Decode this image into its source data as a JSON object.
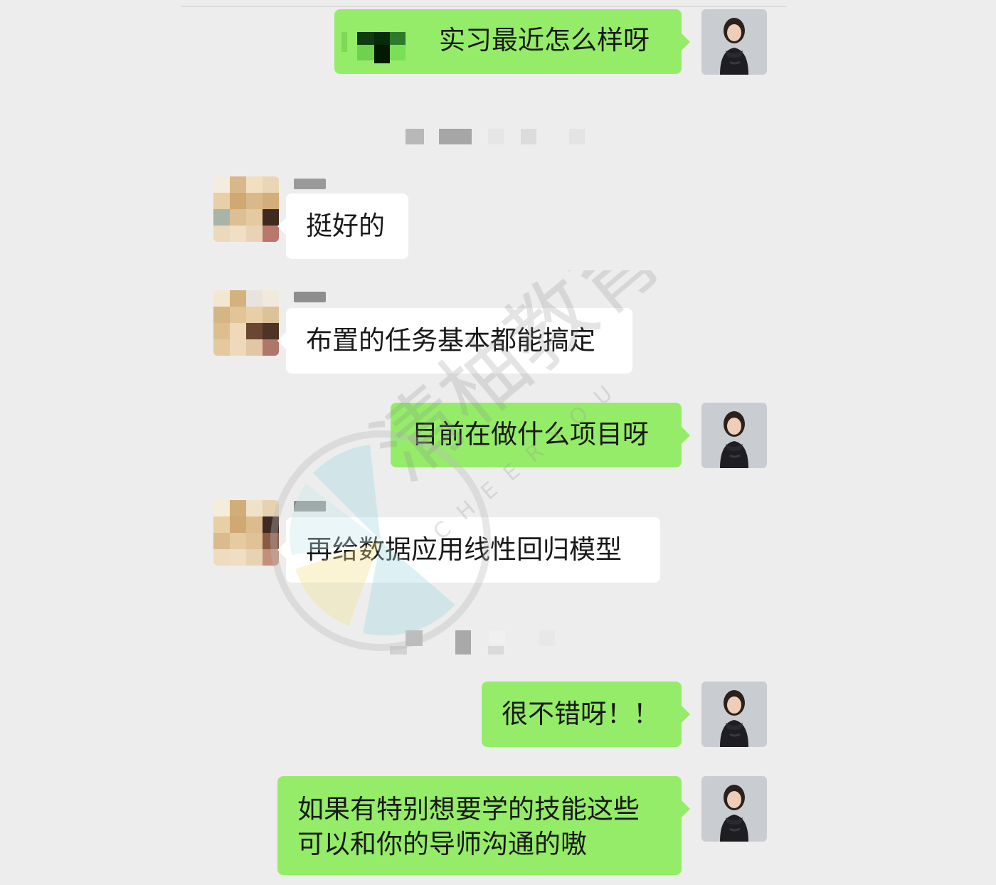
{
  "colors": {
    "background": "#ededed",
    "outgoing_bubble": "#95ec69",
    "incoming_bubble": "#ffffff",
    "text": "#191919"
  },
  "messages": [
    {
      "direction": "outgoing",
      "sender": "mentor",
      "prefix": "redacted-sticker",
      "text": "实习最近怎么样呀"
    },
    {
      "direction": "incoming",
      "sender": "student",
      "text": "挺好的"
    },
    {
      "direction": "incoming",
      "sender": "student",
      "text": "布置的任务基本都能搞定"
    },
    {
      "direction": "outgoing",
      "sender": "mentor",
      "text": "目前在做什么项目呀"
    },
    {
      "direction": "incoming",
      "sender": "student",
      "text": "再给数据应用线性回归模型"
    },
    {
      "direction": "outgoing",
      "sender": "mentor",
      "text": "很不错呀！！"
    },
    {
      "direction": "outgoing",
      "sender": "mentor",
      "lines": [
        "如果有特别想要学的技能这些",
        "可以和你的导师沟通的嗷"
      ]
    }
  ],
  "watermark": {
    "chinese": "清柚教育",
    "english": "CHEERYOU"
  },
  "avatars": {
    "mentor": "mentor-photo-avatar",
    "student": "pixelated-avatar"
  }
}
